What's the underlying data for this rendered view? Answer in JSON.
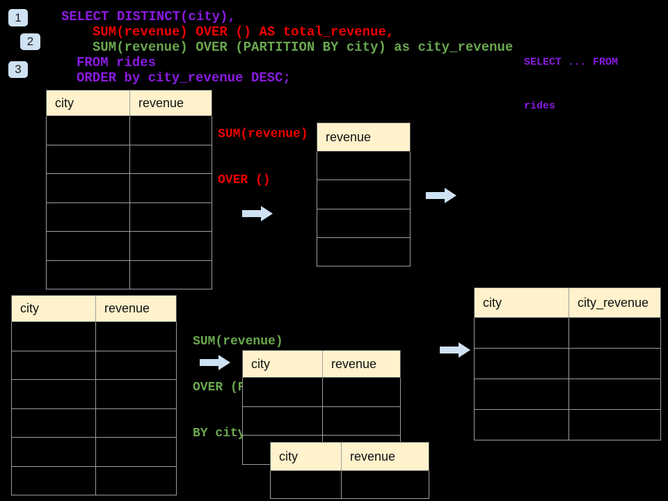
{
  "palette": {
    "background": "#000000",
    "sql_purple": "#8a1be0",
    "sql_red": "#ef0000",
    "sql_green": "#6aa84f",
    "callout_blue": "#cfe2f3",
    "table_header_fill": "#fff2cc",
    "grid_line": "#9e9e9e"
  },
  "badges": [
    {
      "label": "1"
    },
    {
      "label": "2"
    },
    {
      "label": "3"
    }
  ],
  "sql": {
    "lines": [
      {
        "text": "SELECT DISTINCT(city),",
        "color": "#8a1be0"
      },
      {
        "text": "SUM(revenue) OVER () AS total_revenue,",
        "color": "#ef0000"
      },
      {
        "text": "SUM(revenue) OVER (PARTITION BY city) as city_revenue",
        "color": "#6aa84f"
      },
      {
        "text": "FROM rides",
        "color": "#8a1be0"
      },
      {
        "text": "ORDER by city_revenue DESC;",
        "color": "#8a1be0"
      }
    ]
  },
  "annotations": {
    "from_rides": {
      "lines": [
        "SELECT ... FROM",
        "rides"
      ],
      "color": "#8a1be0"
    },
    "total_window": {
      "lines": [
        "SUM(revenue)",
        "OVER ()"
      ],
      "color": "#ef0000"
    },
    "partition_window": {
      "lines": [
        "SUM(revenue)",
        "OVER (PARTITION",
        "BY city)"
      ],
      "color": "#6aa84f"
    }
  },
  "tables": {
    "source_top": {
      "columns": [
        "city",
        "revenue"
      ],
      "body_rows": 6
    },
    "total_result": {
      "columns": [
        "revenue"
      ],
      "body_rows": 4
    },
    "source_bottom": {
      "columns": [
        "city",
        "revenue"
      ],
      "body_rows": 6
    },
    "partition_group_a": {
      "columns": [
        "city",
        "revenue"
      ],
      "body_rows": 3
    },
    "partition_group_b": {
      "columns": [
        "city",
        "revenue"
      ],
      "body_rows": 1
    },
    "city_revenue_result": {
      "columns": [
        "city",
        "city_revenue"
      ],
      "body_rows": 4
    }
  }
}
